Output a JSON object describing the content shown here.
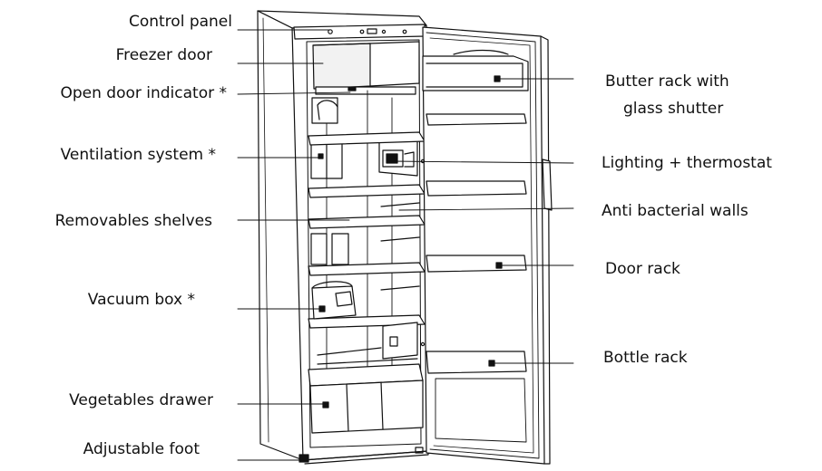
{
  "diagram": {
    "left_labels": [
      {
        "id": "control-panel",
        "text": "Control panel"
      },
      {
        "id": "freezer-door",
        "text": "Freezer door"
      },
      {
        "id": "open-door-indicator",
        "text": "Open door indicator *"
      },
      {
        "id": "ventilation-system",
        "text": "Ventilation system *"
      },
      {
        "id": "removable-shelves",
        "text": "Removables shelves"
      },
      {
        "id": "vacuum-box",
        "text": "Vacuum box *"
      },
      {
        "id": "vegetables-drawer",
        "text": "Vegetables drawer"
      },
      {
        "id": "adjustable-foot",
        "text": "Adjustable foot"
      }
    ],
    "right_labels": [
      {
        "id": "butter-rack",
        "line1": "Butter rack with",
        "line2": "glass shutter"
      },
      {
        "id": "lighting-thermostat",
        "text": "Lighting + thermostat"
      },
      {
        "id": "anti-bacterial-walls",
        "text": "Anti bacterial walls"
      },
      {
        "id": "door-rack",
        "text": "Door rack"
      },
      {
        "id": "bottle-rack",
        "text": "Bottle rack"
      }
    ]
  },
  "colors": {
    "line": "#111111",
    "fill": "#ffffff",
    "light_fill": "#f2f2f2"
  }
}
